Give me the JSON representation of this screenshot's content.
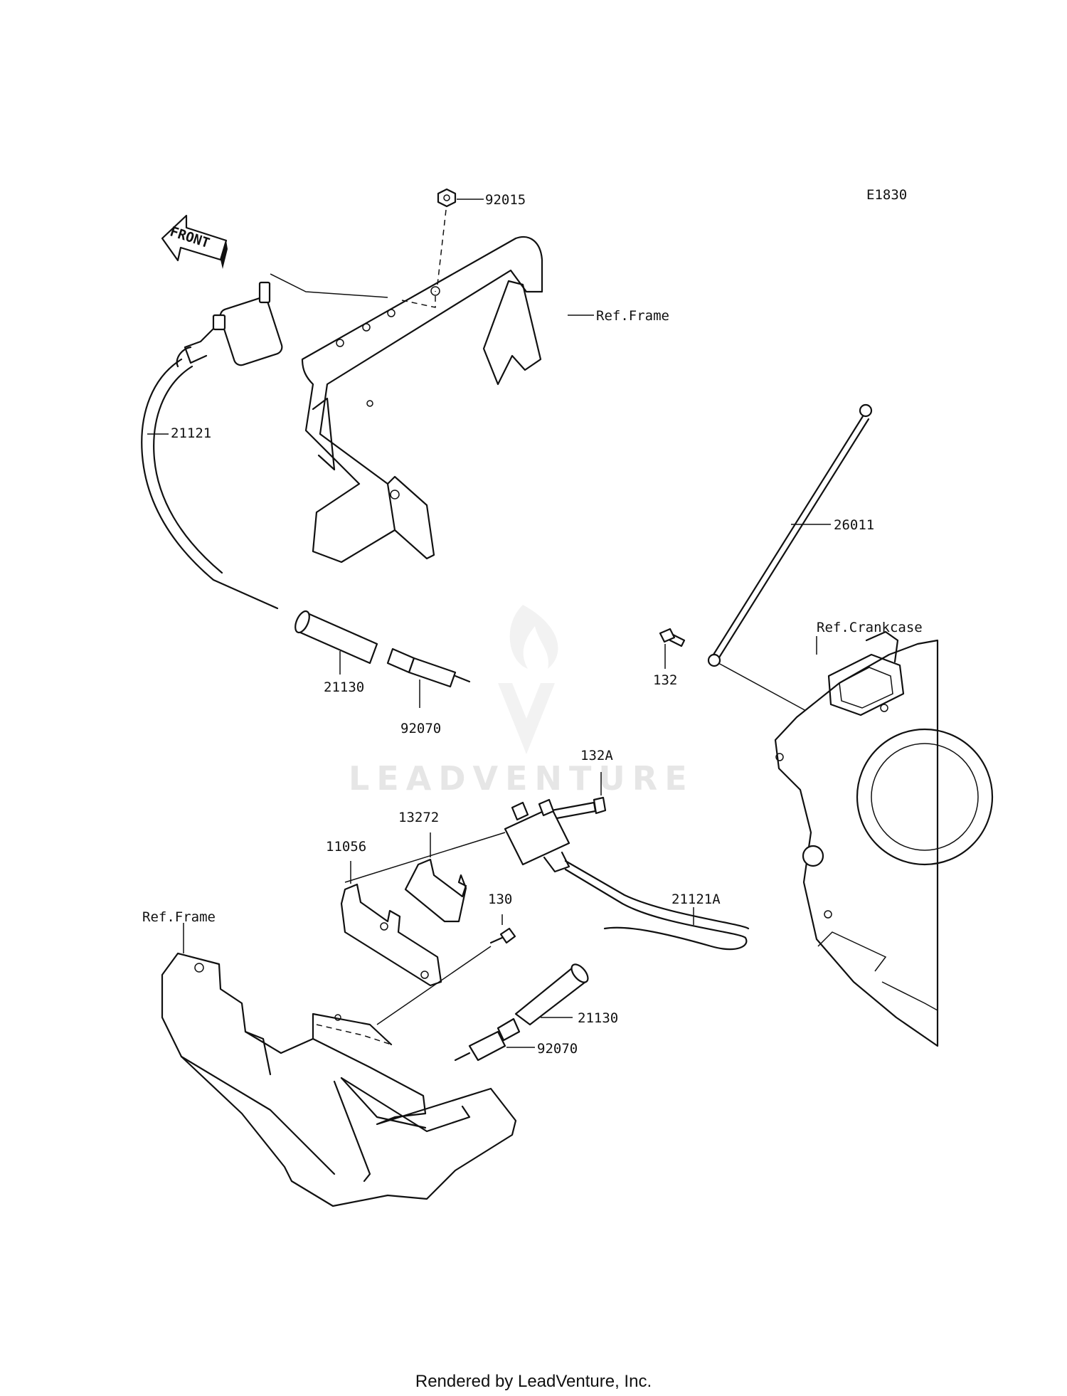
{
  "diagram_code": "E1830",
  "front_label": "FRONT",
  "watermark": "LEADVENTURE",
  "footer": "Rendered by LeadVenture, Inc.",
  "callouts": {
    "nut_top": "92015",
    "ref_frame_top": "Ref.Frame",
    "cable_upper": "21121",
    "cap_upper": "21130",
    "plug_upper": "92070",
    "ground_cable": "26011",
    "ref_crankcase": "Ref.Crankcase",
    "bolt_132": "132",
    "bolt_132a": "132A",
    "bracket_13272": "13272",
    "bracket_11056": "11056",
    "bolt_130": "130",
    "cable_lower": "21121A",
    "ref_frame_lower": "Ref.Frame",
    "cap_lower": "21130",
    "plug_lower": "92070"
  }
}
